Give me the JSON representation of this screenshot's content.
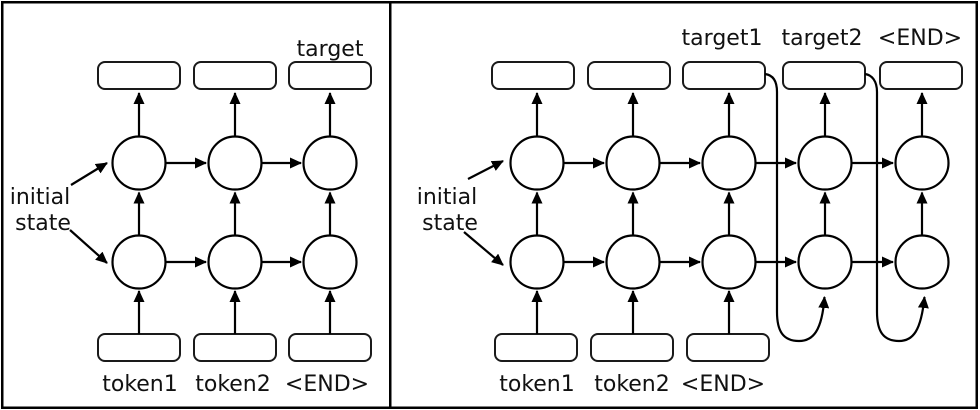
{
  "colors": {
    "stroke": "#000000",
    "panel_background": "#ffffff"
  },
  "left_panel": {
    "output_label": "target",
    "initial_state_line1": "initial",
    "initial_state_line2": "state",
    "input_labels": [
      "token1",
      "token2",
      "<END>"
    ]
  },
  "right_panel": {
    "output_labels": [
      "target1",
      "target2",
      "<END>"
    ],
    "initial_state_line1": "initial",
    "initial_state_line2": "state",
    "input_labels": [
      "token1",
      "token2",
      "<END>"
    ]
  }
}
